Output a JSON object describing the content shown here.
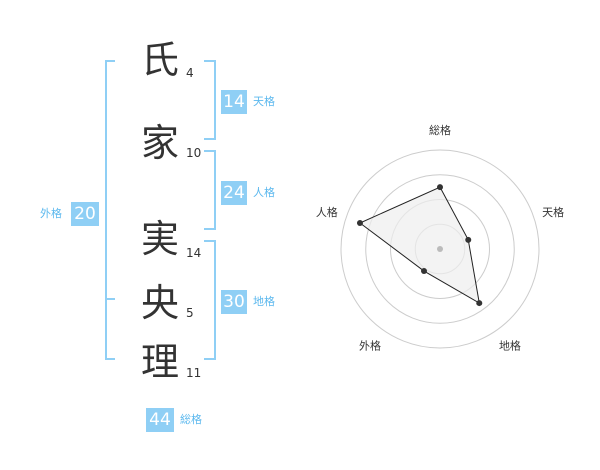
{
  "name": {
    "characters": [
      {
        "char": "氏",
        "strokes": "4"
      },
      {
        "char": "家",
        "strokes": "10"
      },
      {
        "char": "実",
        "strokes": "14"
      },
      {
        "char": "央",
        "strokes": "5"
      },
      {
        "char": "理",
        "strokes": "11"
      }
    ]
  },
  "fortune": {
    "tenkaku": {
      "value": "14",
      "label": "天格"
    },
    "jinkaku": {
      "value": "24",
      "label": "人格"
    },
    "chikaku": {
      "value": "30",
      "label": "地格"
    },
    "gaikaku": {
      "value": "20",
      "label": "外格"
    },
    "soukaku": {
      "value": "44",
      "label": "総格"
    }
  },
  "colors": {
    "accent": "#8fcff5",
    "accent_text": "#5bb8ee",
    "text": "#333333",
    "grid": "#cccccc",
    "radar_fill": "#eeeeee"
  },
  "chart_data": {
    "type": "radar",
    "axes": [
      "総格",
      "天格",
      "地格",
      "外格",
      "人格"
    ],
    "scale": [
      0,
      4
    ],
    "values": [
      2.5,
      1.2,
      2.7,
      1.1,
      3.4
    ]
  }
}
